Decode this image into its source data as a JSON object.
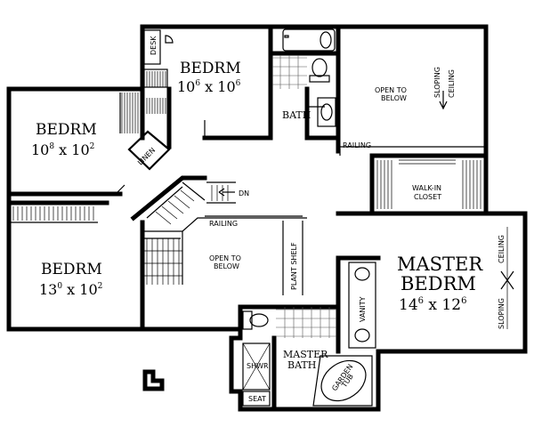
{
  "rooms": {
    "bedroom_top": {
      "name": "BEDRM",
      "width": "10",
      "width_in": "6",
      "depth": "10",
      "depth_in": "6"
    },
    "bedroom_left": {
      "name": "BEDRM",
      "width": "10",
      "width_in": "8",
      "depth": "10",
      "depth_in": "2"
    },
    "bedroom_bottom": {
      "name": "BEDRM",
      "width": "13",
      "width_in": "0",
      "depth": "10",
      "depth_in": "2"
    },
    "master": {
      "name_line1": "MASTER",
      "name_line2": "BEDRM",
      "width": "14",
      "width_in": "6",
      "depth": "12",
      "depth_in": "6"
    }
  },
  "labels": {
    "desk": "DESK",
    "bath": "BATH",
    "open_below_top_1": "OPEN TO",
    "open_below_top_2": "BELOW",
    "sloping_top_1": "SLOPING",
    "sloping_top_2": "CEILING",
    "railing_top": "RAILING",
    "linen": "LINEN",
    "walk_in_1": "WALK-IN",
    "walk_in_2": "CLOSET",
    "dn": "DN",
    "railing_stair": "RAILING",
    "open_below_mid_1": "OPEN TO",
    "open_below_mid_2": "BELOW",
    "plant_shelf": "PLANT SHELF",
    "sloping_right": "SLOPING",
    "ceiling_right": "CEILING",
    "vanity": "VANITY",
    "shwr": "SHWR",
    "seat": "SEAT",
    "master_bath_1": "MASTER",
    "master_bath_2": "BATH",
    "garden_1": "GARDEN",
    "garden_2": "TUB"
  }
}
